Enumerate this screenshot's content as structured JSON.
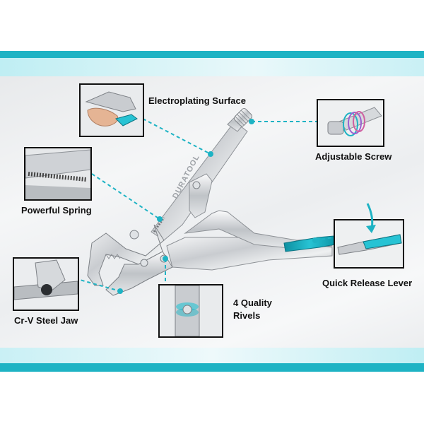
{
  "colors": {
    "accent": "#1eb3c4",
    "accent_light": "#8fdde6",
    "frame": "#111111",
    "background": "#ffffff"
  },
  "brand_text": "DURATOOL",
  "features": {
    "electroplating": "Electroplating Surface",
    "adjustable_screw": "Adjustable Screw",
    "spring": "Powerful Spring",
    "release_lever": "Quick Release Lever",
    "jaw": "Cr-V Steel Jaw",
    "rivels_line1": "4 Quality",
    "rivels_line2": "Rivels"
  }
}
